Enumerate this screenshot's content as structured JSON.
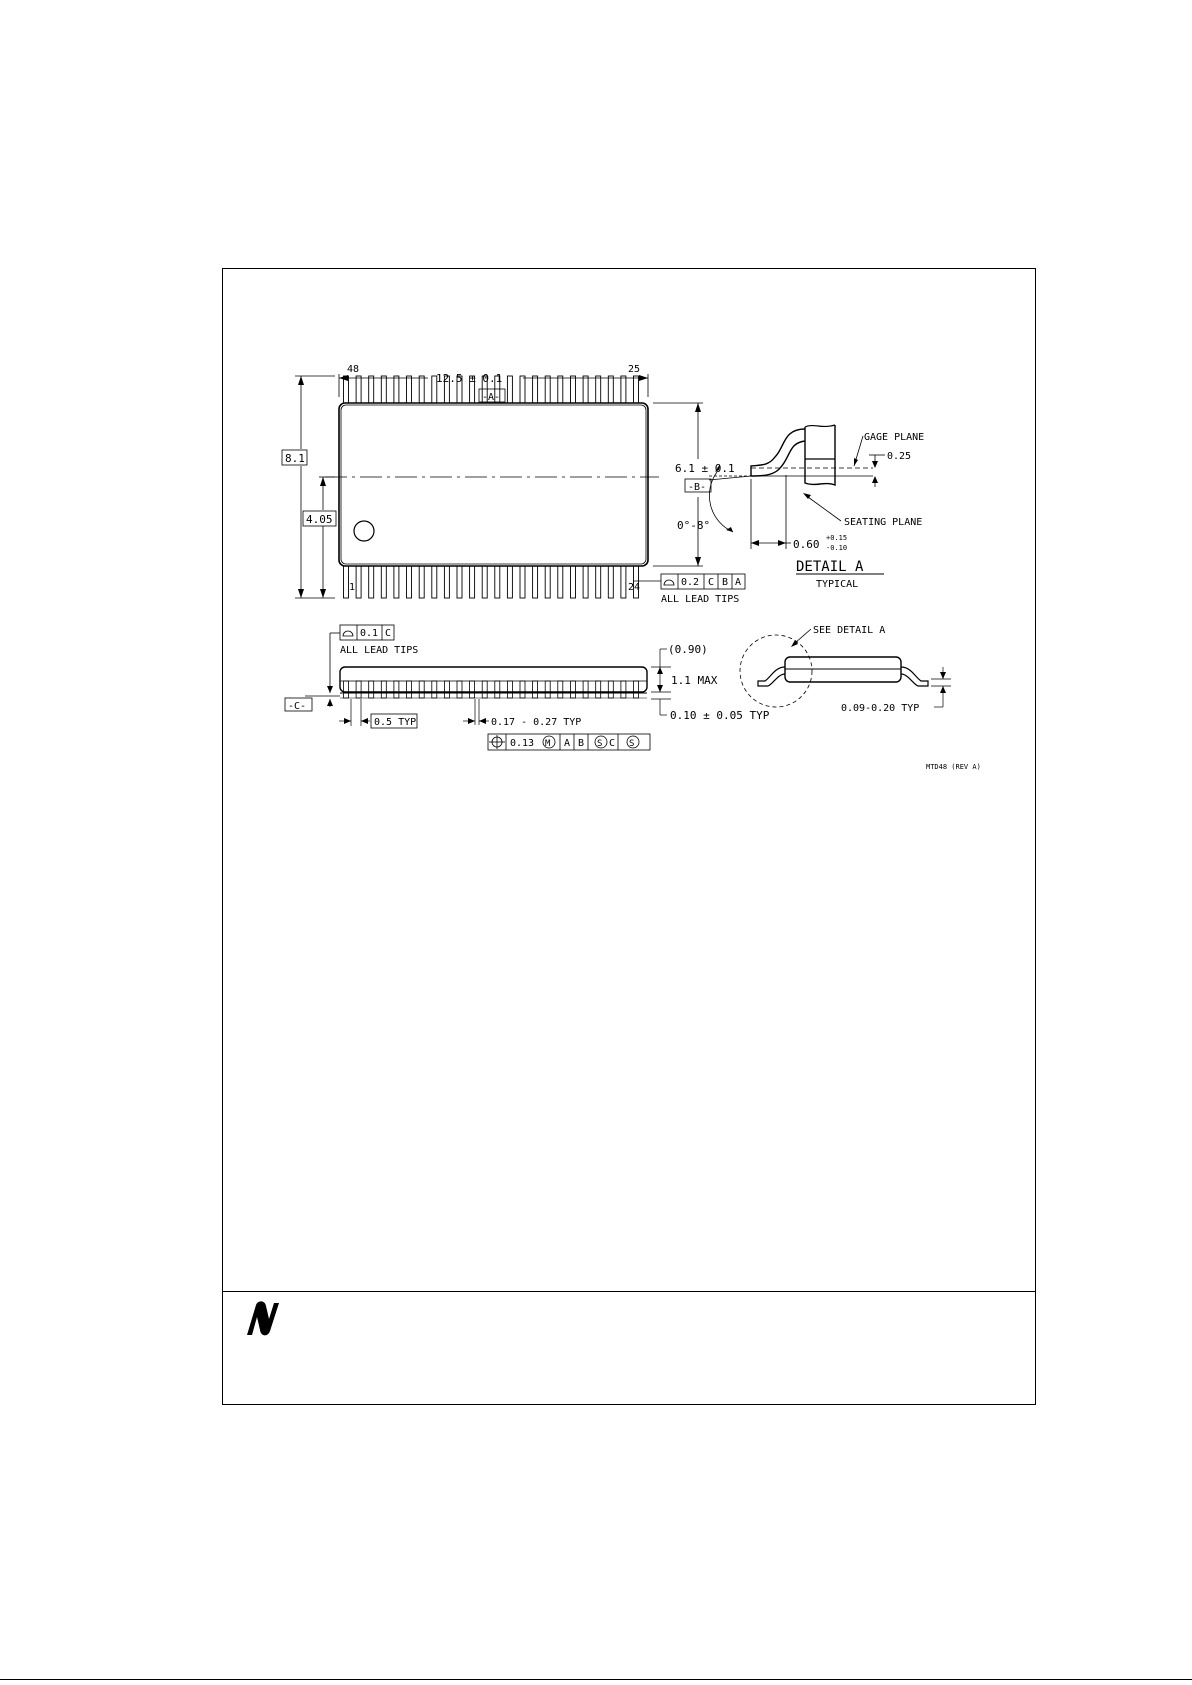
{
  "drawing": {
    "top_view": {
      "length_dim": "12.5 ± 0.1",
      "datum_a": "-A-",
      "width_dim": "6.1 ± 0.1",
      "datum_b": "-B-",
      "overall_width": "8.1",
      "half_width": "4.05",
      "pin_48": "48",
      "pin_25": "25",
      "pin_1": "1",
      "pin_24": "24",
      "profile_tol_value": "0.2",
      "profile_tol_refs": [
        "C",
        "B",
        "A"
      ],
      "profile_tol_note": "ALL LEAD TIPS",
      "lead_count_per_side": 24
    },
    "detail_a": {
      "gage_plane": "GAGE PLANE",
      "gage_dim": "0.25",
      "seating_plane": "SEATING PLANE",
      "foot_dim": "0.60",
      "foot_tol_plus": "+0.15",
      "foot_tol_minus": "-0.10",
      "angle": "0°-8°",
      "title": "DETAIL A",
      "subtitle": "TYPICAL"
    },
    "side_view": {
      "coplanarity_value": "0.1",
      "coplanarity_ref": "C",
      "coplanarity_note": "ALL LEAD TIPS",
      "datum_c": "-C-",
      "pitch": "0.5 TYP",
      "lead_width": "0.17 - 0.27 TYP",
      "body_height": "(0.90)",
      "max_height": "1.1 MAX",
      "standoff": "0.10 ± 0.05 TYP",
      "position_tol": {
        "value": "0.13",
        "modifier": "M",
        "refs": [
          "A",
          "B",
          "S",
          "C",
          "S"
        ]
      }
    },
    "end_view": {
      "see_detail": "SEE DETAIL A",
      "lead_thickness": "0.09-0.20 TYP"
    },
    "drawing_number": "MTD48 (REV A)"
  },
  "footer": {
    "logo_icon": "national-semiconductor-logo-icon"
  }
}
